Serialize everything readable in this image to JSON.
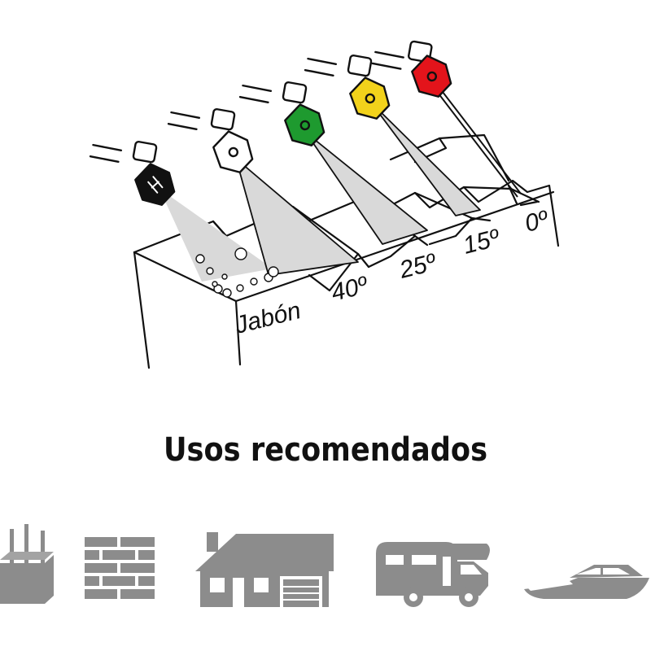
{
  "diagram": {
    "colors": {
      "ink": "#111111",
      "spray": "#d9d9d9",
      "bubble": "#ffffff"
    },
    "nozzles": [
      {
        "name": "soap-nozzle",
        "color": "#111111",
        "label": "Jabón",
        "icon": "soap-nozzle-icon"
      },
      {
        "name": "40-degree-nozzle",
        "color": "#ffffff",
        "label": "40º",
        "icon": "white-nozzle-icon"
      },
      {
        "name": "25-degree-nozzle",
        "color": "#1e9a2f",
        "label": "25º",
        "icon": "green-nozzle-icon"
      },
      {
        "name": "15-degree-nozzle",
        "color": "#f2d21b",
        "label": "15º",
        "icon": "yellow-nozzle-icon"
      },
      {
        "name": "0-degree-nozzle",
        "color": "#e3141b",
        "label": "0º",
        "icon": "red-nozzle-icon"
      }
    ]
  },
  "heading": "Usos recomendados",
  "uses": {
    "color": "#8c8c8c",
    "icons": [
      "concrete-icon",
      "brick-wall-icon",
      "house-icon",
      "motorhome-icon",
      "boat-icon"
    ]
  }
}
